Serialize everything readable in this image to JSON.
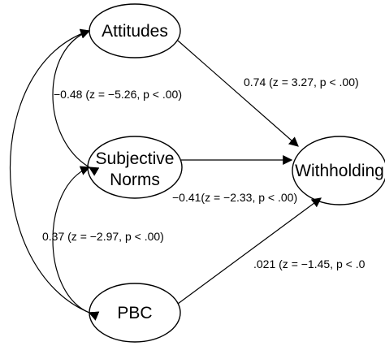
{
  "nodes": {
    "attitudes": "Attitudes",
    "subjective_norms_line1": "Subjective",
    "subjective_norms_line2": "Norms",
    "pbc": "PBC",
    "withholding": "Withholding"
  },
  "paths": {
    "attitudes_to_withholding": "0.74 (z = 3.27, p < .00)",
    "norms_to_withholding": "−0.41(z = −2.33, p < .00)",
    "pbc_to_withholding": ".021 (z = −1.45, p < .0"
  },
  "correlations": {
    "attitudes_norms": "−0.48 (z = −5.26, p < .00)",
    "norms_pbc": "0.37 (z = −2.97, p < .00)"
  }
}
